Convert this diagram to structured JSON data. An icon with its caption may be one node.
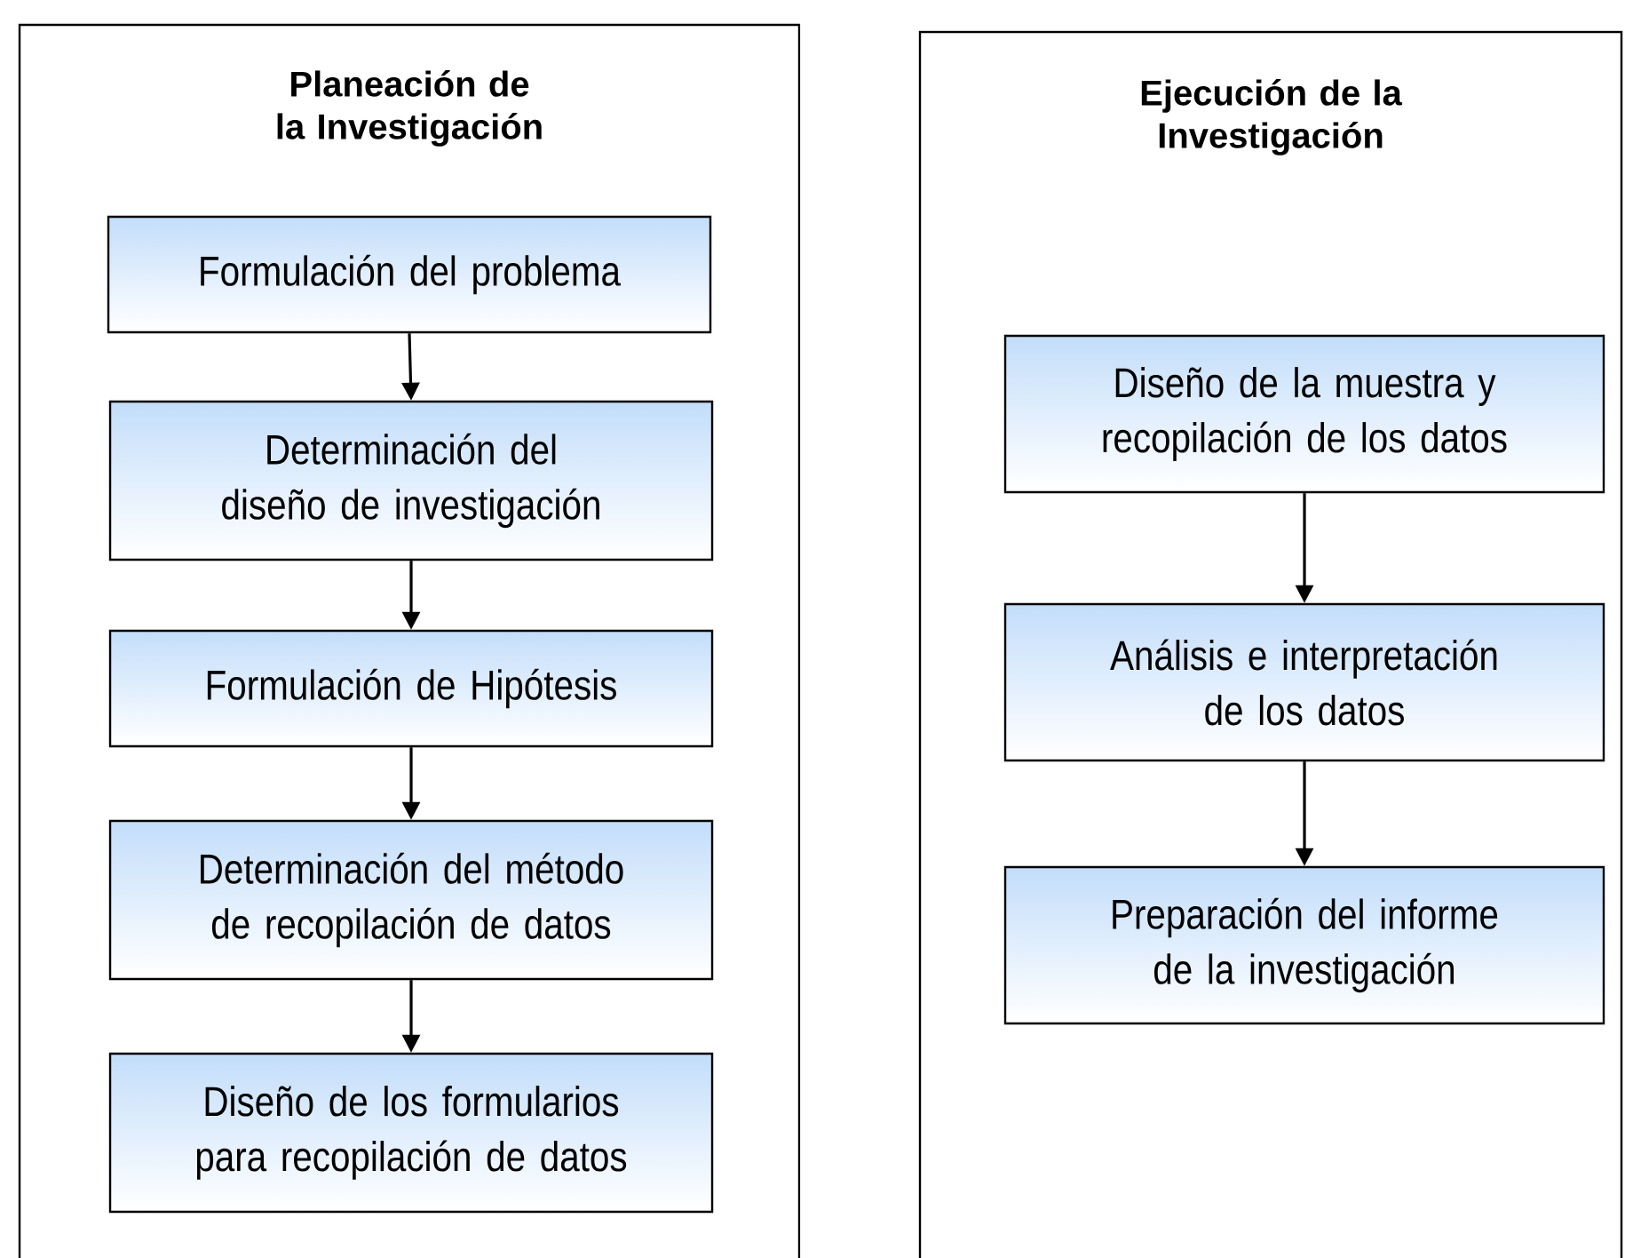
{
  "diagram": {
    "nodes": [
      {
        "text": [
          "Planeación de la Investigación"
        ]
      },
      {
        "text": [
          "Formulación del problema"
        ],
        "in": 0
      },
      {
        "text": [
          "Determinación del diseño de investigación"
        ],
        "in": 0
      },
      {
        "text": [
          "Formulación de Hipótesis"
        ],
        "in": 0
      },
      {
        "text": [
          "Determinación del método de recopilación de datos"
        ],
        "in": 0
      },
      {
        "text": [
          "Diseño de los formularios para recopilación de datos"
        ],
        "in": 0
      },
      {
        "text": [
          "Ejecución de la Investigación"
        ]
      },
      {
        "text": [
          "Diseño de la muestra y recopilación de los datos"
        ],
        "in": 6
      },
      {
        "text": [
          "Análisis e interpretación de los datos"
        ],
        "in": 6
      },
      {
        "text": [
          "Preparación del informe de la investigación"
        ],
        "in": 6
      }
    ],
    "edges": [
      {
        "from": 1,
        "to": 2,
        "arrow": "to"
      },
      {
        "from": 2,
        "to": 3,
        "arrow": "to"
      },
      {
        "from": 3,
        "to": 4,
        "arrow": "to"
      },
      {
        "from": 4,
        "to": 5,
        "arrow": "to"
      },
      {
        "from": 7,
        "to": 8,
        "arrow": "to"
      },
      {
        "from": 8,
        "to": 9,
        "arrow": "to"
      }
    ]
  }
}
